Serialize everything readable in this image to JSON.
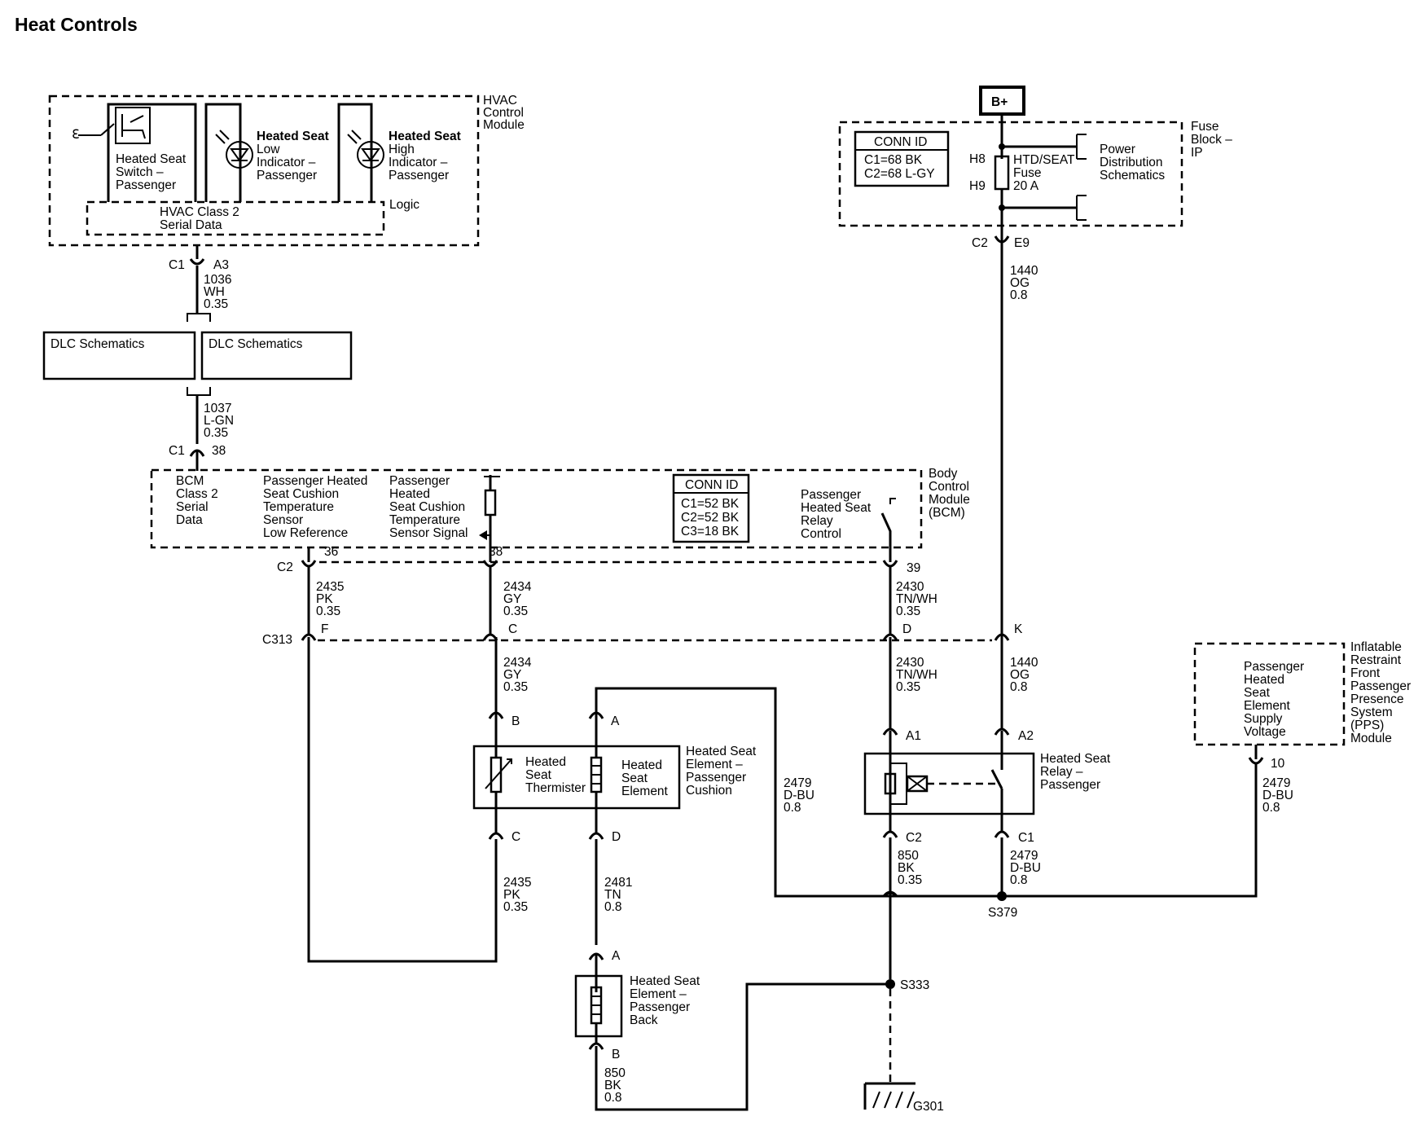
{
  "title": "Heat Controls",
  "modules": {
    "hvac": {
      "name": [
        "HVAC",
        "Control",
        "Module"
      ],
      "serial_data": [
        "HVAC Class 2",
        "Serial Data"
      ],
      "logic": "Logic"
    },
    "heated_seat_switch": [
      "Heated Seat",
      "Switch –",
      "Passenger"
    ],
    "low_indicator": [
      "Heated Seat",
      "Low",
      "Indicator –",
      "Passenger"
    ],
    "high_indicator": [
      "Heated Seat",
      "High",
      "Indicator –",
      "Passenger"
    ],
    "fuse_block": {
      "name": [
        "Fuse",
        "Block –",
        "IP"
      ],
      "conn_id_title": "CONN ID",
      "conn_ids": [
        "C1=68 BK",
        "C2=68 L-GY"
      ],
      "fuse": [
        "HTD/SEAT",
        "Fuse",
        "20 A"
      ],
      "pins": [
        "H8",
        "H9"
      ],
      "power_dist": [
        "Power",
        "Distribution",
        "Schematics"
      ]
    },
    "battery": "B+",
    "dlc": [
      "DLC Schematics",
      "DLC Schematics"
    ],
    "bcm": {
      "name": [
        "Body",
        "Control",
        "Module",
        "(BCM)"
      ],
      "class2": [
        "BCM",
        "Class 2",
        "Serial",
        "Data"
      ],
      "low_ref": [
        "Passenger Heated",
        "Seat Cushion",
        "Temperature",
        "Sensor",
        "Low Reference"
      ],
      "sensor_signal": [
        "Passenger",
        "Heated",
        "Seat Cushion",
        "Temperature",
        "Sensor Signal"
      ],
      "conn_id_title": "CONN ID",
      "conn_ids": [
        "C1=52 BK",
        "C2=52 BK",
        "C3=18 BK"
      ],
      "relay_control": [
        "Passenger",
        "Heated Seat",
        "Relay",
        "Control"
      ]
    },
    "pps": {
      "name": [
        "Inflatable",
        "Restraint",
        "Front",
        "Passenger",
        "Presence",
        "System",
        "(PPS)",
        "Module"
      ],
      "supply": [
        "Passenger",
        "Heated",
        "Seat",
        "Element",
        "Supply",
        "Voltage"
      ]
    },
    "cushion": {
      "name": [
        "Heated Seat",
        "Element –",
        "Passenger",
        "Cushion"
      ],
      "thermister": [
        "Heated",
        "Seat",
        "Thermister"
      ],
      "element": [
        "Heated",
        "Seat",
        "Element"
      ]
    },
    "relay": [
      "Heated Seat",
      "Relay –",
      "Passenger"
    ],
    "back": [
      "Heated Seat",
      "Element –",
      "Passenger",
      "Back"
    ]
  },
  "connectors": {
    "c1_a3": [
      "C1",
      "A3"
    ],
    "c1_38": [
      "C1",
      "38"
    ],
    "c2_e9": [
      "C2",
      "E9"
    ],
    "bcm_c2": "C2",
    "bcm_pins": [
      "36",
      "38",
      "39"
    ],
    "c313": "C313",
    "c313_pins": [
      "F",
      "C",
      "D",
      "K"
    ],
    "cushion_pins": [
      "B",
      "A",
      "C",
      "D"
    ],
    "relay_pins": [
      "A1",
      "A2",
      "C2",
      "C1"
    ],
    "back_pins": [
      "A",
      "B"
    ],
    "pps_pin": "10"
  },
  "wires": {
    "w1036": [
      "1036",
      "WH",
      "0.35"
    ],
    "w1037": [
      "1037",
      "L-GN",
      "0.35"
    ],
    "w1440a": [
      "1440",
      "OG",
      "0.8"
    ],
    "w1440b": [
      "1440",
      "OG",
      "0.8"
    ],
    "w2435a": [
      "2435",
      "PK",
      "0.35"
    ],
    "w2434a": [
      "2434",
      "GY",
      "0.35"
    ],
    "w2430a": [
      "2430",
      "TN/WH",
      "0.35"
    ],
    "w2434b": [
      "2434",
      "GY",
      "0.35"
    ],
    "w2430b": [
      "2430",
      "TN/WH",
      "0.35"
    ],
    "w2479a": [
      "2479",
      "D-BU",
      "0.8"
    ],
    "w2479b": [
      "2479",
      "D-BU",
      "0.8"
    ],
    "w2479c": [
      "2479",
      "D-BU",
      "0.8"
    ],
    "w2435b": [
      "2435",
      "PK",
      "0.35"
    ],
    "w2481": [
      "2481",
      "TN",
      "0.8"
    ],
    "w850a": [
      "850",
      "BK",
      "0.35"
    ],
    "w850b": [
      "850",
      "BK",
      "0.8"
    ]
  },
  "splices": [
    "S379",
    "S333"
  ],
  "ground": "G301"
}
